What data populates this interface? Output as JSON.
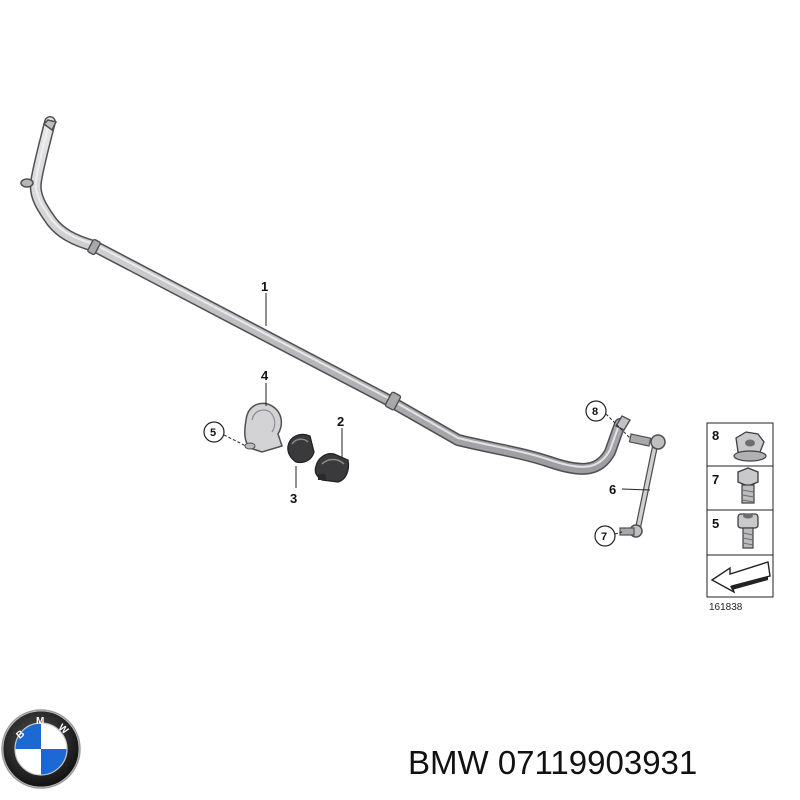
{
  "callouts": {
    "c1": "1",
    "c2": "2",
    "c3": "3",
    "c4": "4",
    "c5": "5",
    "c6": "6",
    "c7": "7",
    "c8": "8"
  },
  "fastener_box": {
    "items": [
      {
        "label": "8",
        "icon": "flange-nut-icon"
      },
      {
        "label": "7",
        "icon": "hex-bolt-icon"
      },
      {
        "label": "5",
        "icon": "socket-screw-icon"
      }
    ],
    "arrow_icon": "direction-arrow-icon"
  },
  "figure_number": "161838",
  "brand_logo": "bmw-roundel-logo",
  "brand_logo_letters": "BMW",
  "part_code": "BMW 07119903931",
  "colors": {
    "part_fill": "#cfcfd1",
    "part_stroke": "#555555",
    "logo_blue": "#1c69d4",
    "logo_ring": "#111111"
  }
}
